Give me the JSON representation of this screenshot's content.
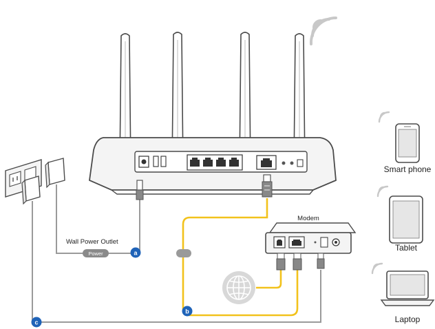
{
  "labels": {
    "wall_power_outlet": "Wall Power Outlet",
    "power_tag": "Power",
    "modem": "Modem",
    "smart_phone": "Smart phone",
    "tablet": "Tablet",
    "laptop": "Laptop",
    "callout_a": "a",
    "callout_b": "b",
    "callout_c": "c"
  },
  "colors": {
    "line_gray": "#9a9a9a",
    "cable_yellow": "#f2c21b",
    "callout_blue": "#1f63b8",
    "outline": "#4a4a4a",
    "fill_light": "#f4f4f4"
  }
}
